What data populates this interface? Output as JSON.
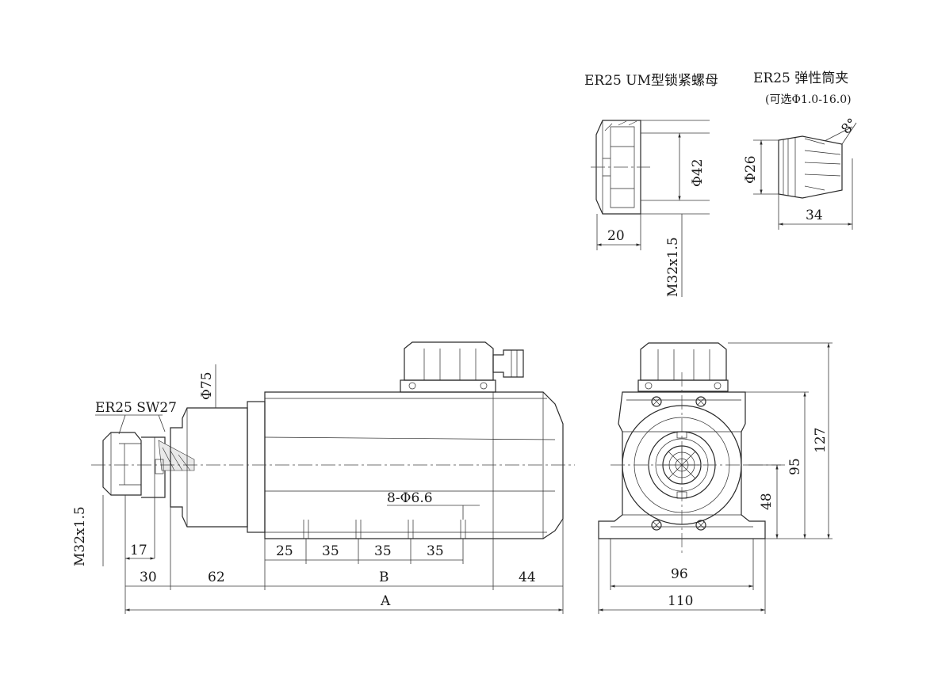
{
  "nut": {
    "title": "ER25 UM型锁紧螺母",
    "dia": "Φ42",
    "width": "20",
    "thread": "M32x1.5"
  },
  "collet": {
    "title": "ER25  弹性筒夹",
    "range": "(可选Φ1.0-16.0)",
    "angle": "8°",
    "dia": "Φ26",
    "length": "34"
  },
  "side": {
    "nut_label": "ER25 SW27",
    "dia75": "Φ75",
    "thread": "M32x1.5",
    "dim17": "17",
    "dim30": "30",
    "dim62": "62",
    "dimB": "B",
    "dim44": "44",
    "dimA": "A",
    "holes": "8-Φ6.6",
    "pitch25": "25",
    "pitch35a": "35",
    "pitch35b": "35",
    "pitch35c": "35"
  },
  "front": {
    "dim96": "96",
    "dim110": "110",
    "dim127": "127",
    "dim95": "95",
    "dim48": "48"
  }
}
